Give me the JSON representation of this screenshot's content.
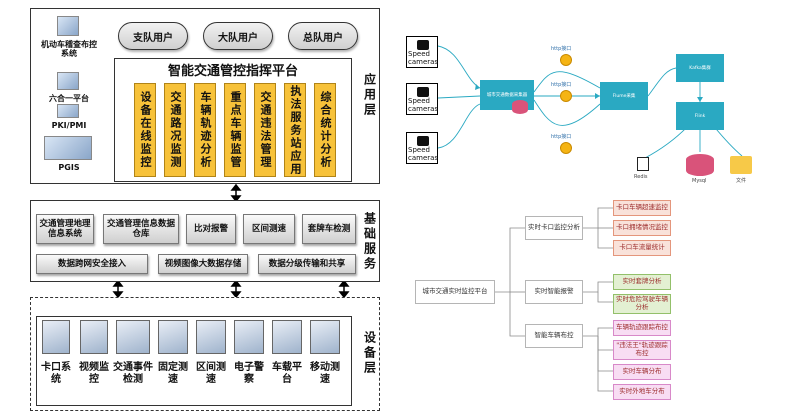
{
  "architecture": {
    "users": [
      "支队用户",
      "大队用户",
      "总队用户"
    ],
    "platform_title": "智能交通管控指挥平台",
    "app_modules": [
      "设备在线监控",
      "交通路况监测",
      "车辆轨迹分析",
      "重点车辆监管",
      "交通违法管理",
      "执法服务站应用",
      "综合统计分析"
    ],
    "side_items": [
      "机动车稽查布控系统",
      "六合一平台",
      "PKI/PMI",
      "PGIS"
    ],
    "layers": {
      "app": "应用层",
      "base": "基础服务",
      "device": "设备层"
    },
    "base_row1": [
      "交通管理地理信息系统",
      "交通管理信息数据仓库",
      "比对报警",
      "区间测速",
      "套牌车检测"
    ],
    "base_row2": [
      "数据跨网安全接入",
      "视频图像大数据存储",
      "数据分级传输和共享"
    ],
    "devices": [
      "卡口系统",
      "视频监控",
      "交通事件检测",
      "固定测速",
      "区间测速",
      "电子警察",
      "车载平台",
      "移动测速"
    ]
  },
  "flow": {
    "cameras": [
      "Speed cameras",
      "Speed cameras",
      "Speed cameras"
    ],
    "collector": "城市交通数据采集器",
    "edge_label": "http接口",
    "flume": "Flume采集",
    "kafka": "Kafka集群",
    "flink": "Flink",
    "sinks": [
      "Redis",
      "Mysql",
      "文件"
    ]
  },
  "mindmap": {
    "root": "城市交通实时监控平台",
    "branches": [
      {
        "label": "实时卡口监控分析",
        "leaves": [
          "卡口车辆超速监控",
          "卡口拥堵情况监控",
          "卡口车流量统计"
        ],
        "color": "orange"
      },
      {
        "label": "实时智能报警",
        "leaves": [
          "实时套牌分析",
          "实时危险驾驶车辆分析"
        ],
        "color": "green"
      },
      {
        "label": "智能车辆布控",
        "leaves": [
          "车辆轨迹跟踪布控",
          "\"违法王\"轨迹跟踪布控",
          "实时车辆分布",
          "实时外地车分布"
        ],
        "color": "pink"
      }
    ]
  },
  "colors": {
    "module": "#f7c23a",
    "teal": "#2aa9c2",
    "mysql": "#d9537a",
    "folder": "#f7c948"
  }
}
